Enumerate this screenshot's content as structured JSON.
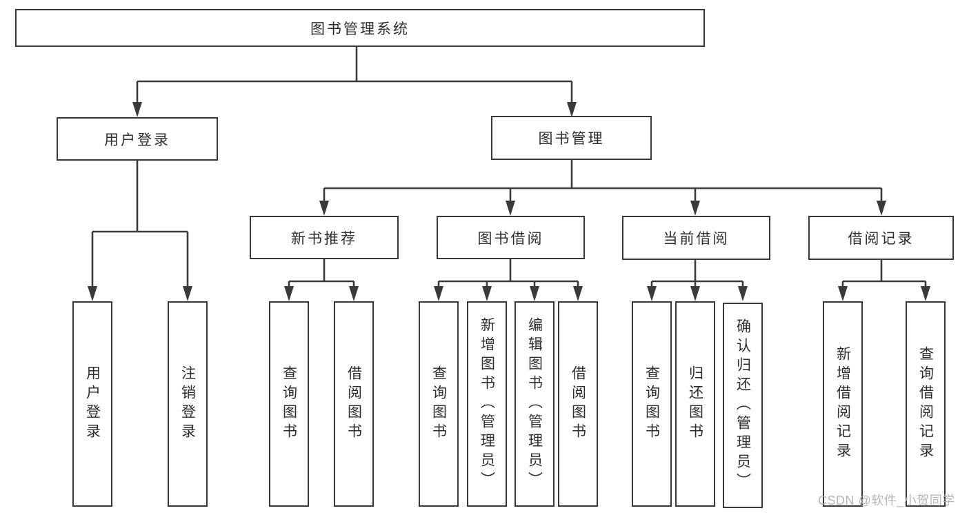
{
  "diagram": {
    "tree": {
      "label": "图书管理系统",
      "children": [
        {
          "label": "用户登录",
          "children": [
            {
              "label": "用户登录"
            },
            {
              "label": "注销登录"
            }
          ]
        },
        {
          "label": "图书管理",
          "children": [
            {
              "label": "新书推荐",
              "children": [
                {
                  "label": "查询图书"
                },
                {
                  "label": "借阅图书"
                }
              ]
            },
            {
              "label": "图书借阅",
              "children": [
                {
                  "label": "查询图书"
                },
                {
                  "label": "新增图书（管理员）"
                },
                {
                  "label": "编辑图书（管理员）"
                },
                {
                  "label": "借阅图书"
                }
              ]
            },
            {
              "label": "当前借阅",
              "children": [
                {
                  "label": "查询图书"
                },
                {
                  "label": "归还图书"
                },
                {
                  "label": "确认归还（管理员）"
                }
              ]
            },
            {
              "label": "借阅记录",
              "children": [
                {
                  "label": "新增借阅记录"
                },
                {
                  "label": "查询借阅记录"
                }
              ]
            }
          ]
        }
      ]
    }
  },
  "watermark": {
    "text": "CSDN @软件_小贺同学"
  },
  "colors": {
    "line": "#3a3a3a",
    "border": "#383838",
    "text": "#2d2d2d",
    "watermark": "#b0b0b0",
    "background": "#ffffff"
  }
}
